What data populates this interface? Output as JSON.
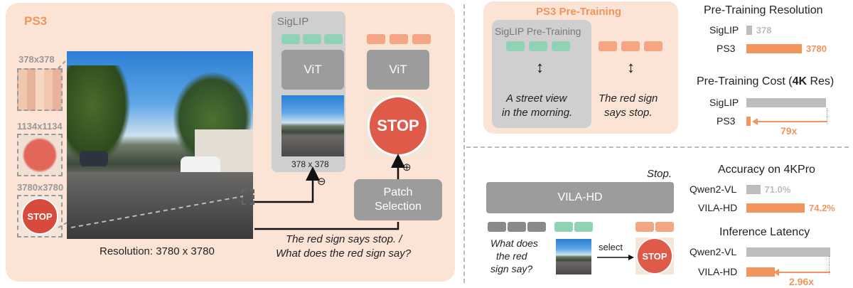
{
  "ps3": {
    "title": "PS3",
    "scales": [
      "378x378",
      "1134x1134",
      "3780x3780"
    ],
    "resolution_caption": "Resolution: 3780 x 3780",
    "siglip_label": "SigLIP",
    "vit_label_left": "ViT",
    "vit_label_right": "ViT",
    "crop_caption": "378 x 378",
    "patch_selection": "Patch Selection",
    "prompt_line1": "The red sign says stop. /",
    "prompt_line2": "What does the red sign say?",
    "stop_text": "STOP"
  },
  "pretraining": {
    "title": "PS3 Pre-Training",
    "siglip_box": "SigLIP Pre-Training",
    "caption_left_1": "A street view",
    "caption_left_2": "in the morning.",
    "caption_right_1": "The red sign",
    "caption_right_2": "says stop."
  },
  "vila": {
    "model": "VILA-HD",
    "output": "Stop.",
    "question_lines": [
      "What does",
      "the red",
      "sign say?"
    ],
    "select_label": "select",
    "stop_text": "STOP"
  },
  "chart_data": [
    {
      "type": "bar",
      "title": "Pre-Training Resolution",
      "categories": [
        "SigLIP",
        "PS3"
      ],
      "values": [
        378,
        3780
      ],
      "value_labels": [
        "378",
        "3780"
      ]
    },
    {
      "type": "bar",
      "title": "Pre-Training Cost (4K Res)",
      "title_bold": "4K",
      "categories": [
        "SigLIP",
        "PS3"
      ],
      "values": [
        79,
        1
      ],
      "annotation": "79x"
    },
    {
      "type": "bar",
      "title": "Accuracy on 4KPro",
      "categories": [
        "Qwen2-VL",
        "VILA-HD"
      ],
      "values": [
        71.0,
        74.2
      ],
      "value_labels": [
        "71.0%",
        "74.2%"
      ]
    },
    {
      "type": "bar",
      "title": "Inference Latency",
      "categories": [
        "Qwen2-VL",
        "VILA-HD"
      ],
      "values": [
        2.96,
        1
      ],
      "annotation": "2.96x"
    }
  ],
  "colors": {
    "accent": "#f2955c",
    "panel": "#fbe3d6",
    "gray_bar": "#bdbdbd",
    "green_token": "#8fd2b6"
  }
}
